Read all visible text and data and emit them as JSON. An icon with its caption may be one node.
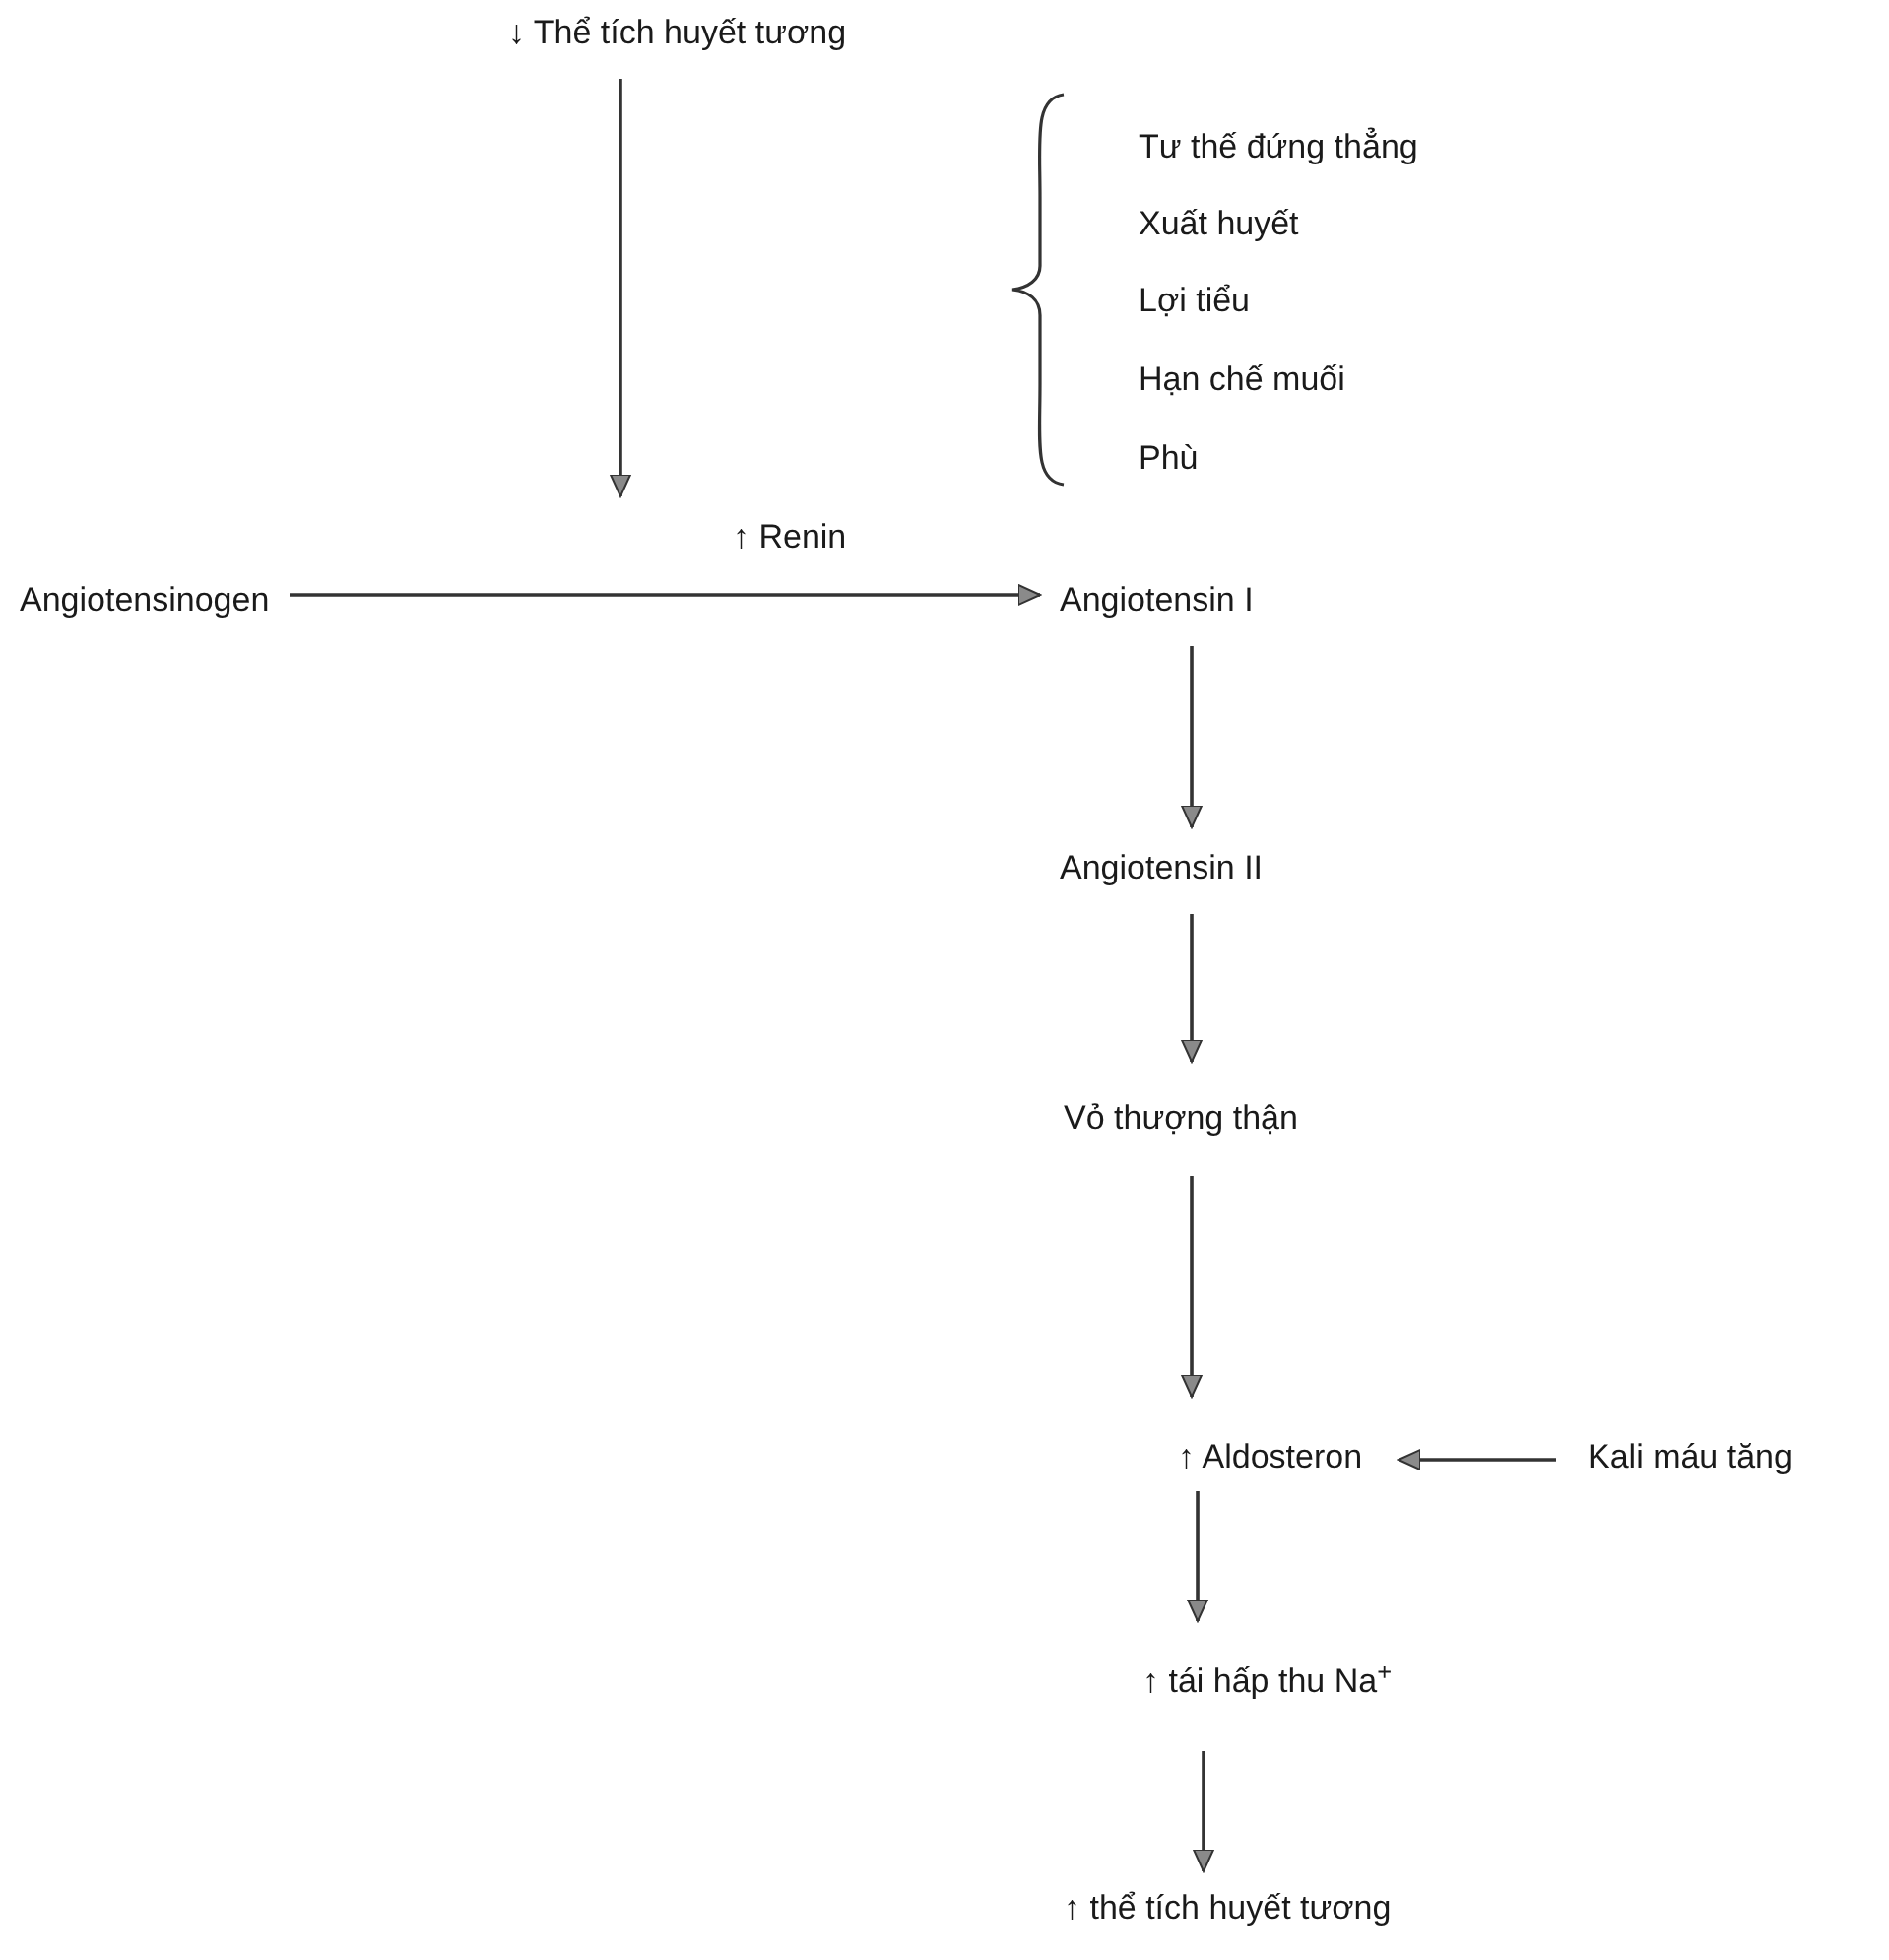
{
  "diagram": {
    "nodes": [
      {
        "text": [
          "↓ Thể tích huyết tương"
        ]
      },
      {
        "text": [
          "↑ Renin"
        ]
      },
      {
        "text": [
          "Angiotensinogen"
        ]
      },
      {
        "text": [
          "Angiotensin I"
        ]
      },
      {
        "text": [
          "Angiotensin II"
        ]
      },
      {
        "text": [
          "Vỏ thượng thận"
        ]
      },
      {
        "text": [
          "↑ Aldosteron"
        ]
      },
      {
        "text": [
          "Kali máu tăng"
        ]
      },
      {
        "text": [
          "↑ tái hấp thu Na$^{+}$"
        ]
      },
      {
        "text": [
          "↑ thể tích huyết tương"
        ]
      }
    ],
    "edges": [
      {
        "from": 0,
        "to": 1,
        "arrow": "to"
      },
      {
        "from": 2,
        "to": 3,
        "arrow": "to"
      },
      {
        "from": 3,
        "to": 4,
        "arrow": "to"
      },
      {
        "from": 4,
        "to": 5,
        "arrow": "to"
      },
      {
        "from": 5,
        "to": 6,
        "arrow": "to"
      },
      {
        "from": 7,
        "to": 6,
        "arrow": "to"
      },
      {
        "from": 6,
        "to": 8,
        "arrow": "to"
      },
      {
        "from": 8,
        "to": 9,
        "arrow": "to"
      }
    ],
    "labels": [
      "Tư thế đứng thẳng",
      "Xuất huyết",
      "Lợi tiểu",
      "Hạn chế muối",
      "Phù"
    ]
  }
}
